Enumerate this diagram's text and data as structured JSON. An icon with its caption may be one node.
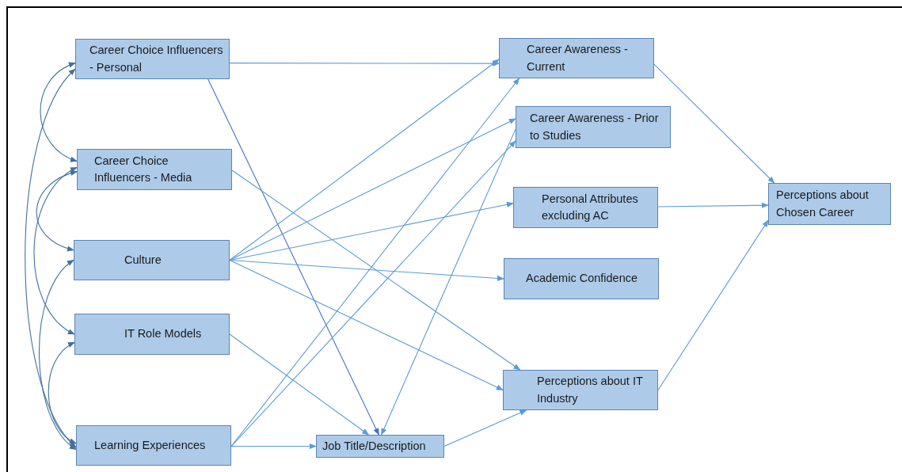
{
  "diagram": {
    "nodes": [
      {
        "text": [
          "Career Choice Influencers - Personal"
        ]
      },
      {
        "text": [
          "Career Choice Influencers - Media"
        ]
      },
      {
        "text": [
          "Culture"
        ]
      },
      {
        "text": [
          "IT Role Models"
        ]
      },
      {
        "text": [
          "Learning Experiences"
        ]
      },
      {
        "text": [
          "Job Title/Description"
        ]
      },
      {
        "text": [
          "Career Awareness - Current"
        ]
      },
      {
        "text": [
          "Career Awareness - Prior to Studies"
        ]
      },
      {
        "text": [
          "Personal Attributes excluding AC"
        ]
      },
      {
        "text": [
          "Academic Confidence"
        ]
      },
      {
        "text": [
          "Perceptions about IT Industry"
        ]
      },
      {
        "text": [
          "Perceptions about Chosen Career"
        ]
      }
    ],
    "edges": [
      {
        "from": 0,
        "to": 6,
        "arrow": "to"
      },
      {
        "from": 0,
        "to": 5,
        "arrow": "to",
        "color": "#4472c4"
      },
      {
        "from": 1,
        "to": 10,
        "arrow": "to"
      },
      {
        "from": 2,
        "to": 6,
        "arrow": "to"
      },
      {
        "from": 2,
        "to": 7,
        "arrow": "to"
      },
      {
        "from": 2,
        "to": 8,
        "arrow": "to"
      },
      {
        "from": 2,
        "to": 9,
        "arrow": "to"
      },
      {
        "from": 2,
        "to": 10,
        "arrow": "to"
      },
      {
        "from": 3,
        "to": 5,
        "arrow": "to"
      },
      {
        "from": 4,
        "to": 5,
        "arrow": "to"
      },
      {
        "from": 4,
        "to": 6,
        "arrow": "to"
      },
      {
        "from": 4,
        "to": 7,
        "arrow": "to"
      },
      {
        "from": 7,
        "to": 5,
        "arrow": "to"
      },
      {
        "from": 5,
        "to": 10,
        "arrow": "to"
      },
      {
        "from": 6,
        "to": 11,
        "arrow": "to"
      },
      {
        "from": 8,
        "to": 11,
        "arrow": "to"
      },
      {
        "from": 10,
        "to": 11,
        "arrow": "to"
      },
      {
        "from": 0,
        "to": 1,
        "arrow": "both",
        "color": "#41719c"
      },
      {
        "from": 0,
        "to": 4,
        "arrow": "both",
        "color": "#41719c"
      },
      {
        "from": 1,
        "to": 2,
        "arrow": "both",
        "color": "#41719c"
      },
      {
        "from": 1,
        "to": 3,
        "arrow": "both",
        "color": "#41719c"
      },
      {
        "from": 2,
        "to": 4,
        "arrow": "both",
        "color": "#41719c"
      },
      {
        "from": 3,
        "to": 4,
        "arrow": "both",
        "color": "#41719c"
      }
    ]
  }
}
